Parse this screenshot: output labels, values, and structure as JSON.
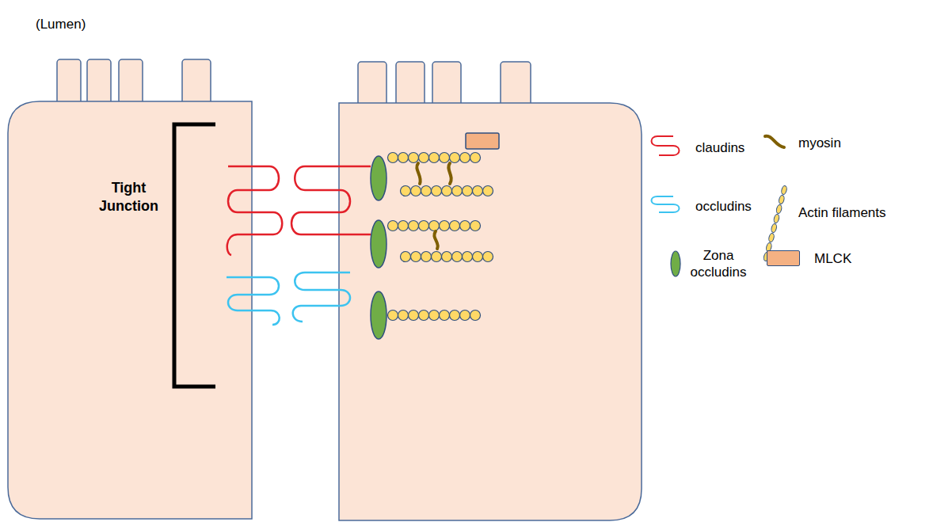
{
  "diagram": {
    "nodes": [
      {
        "text": [
          "Tight Junction"
        ]
      }
    ],
    "labels": [
      "(Lumen)"
    ],
    "legend": [
      {
        "text": "claudins"
      },
      {
        "text": "myosin"
      },
      {
        "text": "occludins"
      },
      {
        "text": "Actin filaments"
      },
      {
        "text": "Zona occludins"
      },
      {
        "text": "MLCK",
        "color": "#f4b183"
      }
    ]
  }
}
